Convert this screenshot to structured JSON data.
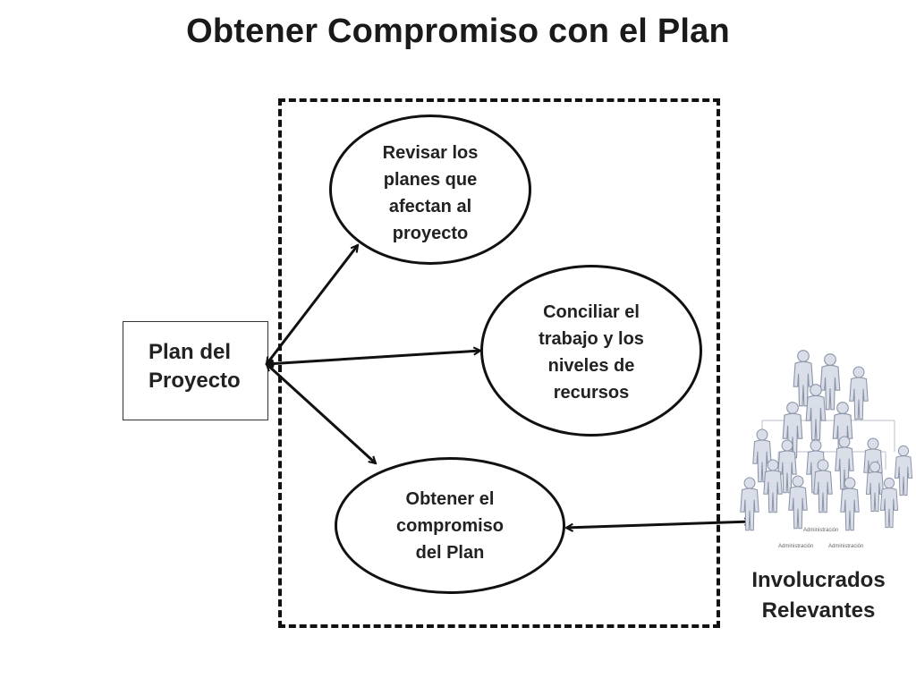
{
  "diagram": {
    "title": "Obtener Compromiso con el Plan",
    "input_box": {
      "label": "Plan del\nProyecto"
    },
    "use_cases": [
      {
        "id": "uc1",
        "label": "Revisar los\nplanes que\nafectan al\nproyecto"
      },
      {
        "id": "uc2",
        "label": "Conciliar  el\ntrabajo y los\nniveles de\nrecursos"
      },
      {
        "id": "uc3",
        "label": "Obtener el\ncompromiso\ndel Plan"
      }
    ],
    "actor": {
      "label": "Involucrados\nRelevantes",
      "image_captions": [
        "Administración",
        "Administración",
        "Administración"
      ],
      "icon": "people-group-icon"
    },
    "colors": {
      "line": "#111111",
      "people_fill": "#d9dee9",
      "people_stroke": "#8a93a6"
    }
  }
}
